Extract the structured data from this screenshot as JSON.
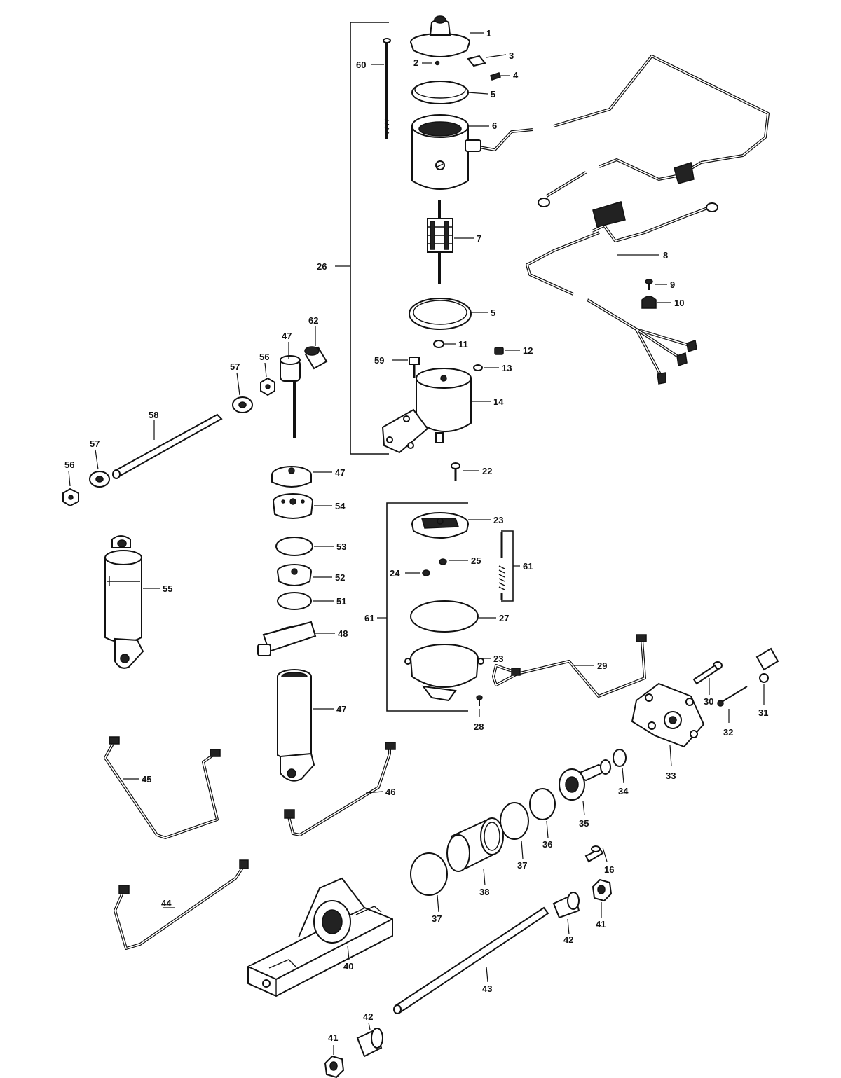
{
  "labels": {
    "l1": "1",
    "l2": "2",
    "l3": "3",
    "l4": "4",
    "l5a": "5",
    "l5b": "5",
    "l6": "6",
    "l7": "7",
    "l8": "8",
    "l9": "9",
    "l10": "10",
    "l11": "11",
    "l12": "12",
    "l13": "13",
    "l14": "14",
    "l16": "16",
    "l22": "22",
    "l23a": "23",
    "l23b": "23",
    "l24": "24",
    "l25": "25",
    "l26": "26",
    "l27": "27",
    "l28": "28",
    "l29": "29",
    "l30": "30",
    "l31": "31",
    "l32": "32",
    "l33": "33",
    "l34": "34",
    "l35": "35",
    "l36": "36",
    "l37a": "37",
    "l37b": "37",
    "l38": "38",
    "l40": "40",
    "l41a": "41",
    "l41b": "41",
    "l42a": "42",
    "l42b": "42",
    "l43": "43",
    "l44": "44",
    "l45": "45",
    "l46": "46",
    "l47a": "47",
    "l47b": "47",
    "l47c": "47",
    "l48": "48",
    "l51": "51",
    "l52": "52",
    "l53": "53",
    "l54": "54",
    "l55": "55",
    "l56a": "56",
    "l56b": "56",
    "l57a": "57",
    "l57b": "57",
    "l58": "58",
    "l59": "59",
    "l60": "60",
    "l61a": "61",
    "l61b": "61",
    "l62": "62"
  }
}
